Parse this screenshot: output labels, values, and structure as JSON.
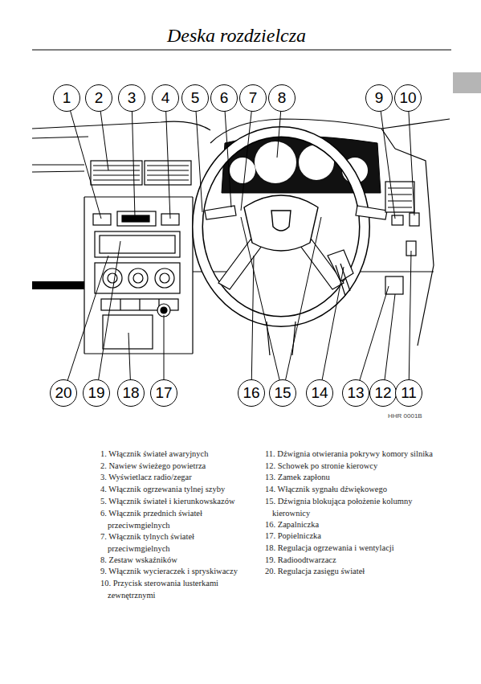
{
  "diagram": {
    "title": "Deska rozdzielcza",
    "nodes": [
      {
        "text": [
          "1"
        ]
      },
      {
        "text": [
          "2"
        ]
      },
      {
        "text": [
          "3"
        ]
      },
      {
        "text": [
          "4"
        ]
      },
      {
        "text": [
          "5"
        ]
      },
      {
        "text": [
          "6"
        ]
      },
      {
        "text": [
          "7"
        ]
      },
      {
        "text": [
          "8"
        ]
      },
      {
        "text": [
          "9"
        ]
      },
      {
        "text": [
          "10"
        ]
      },
      {
        "text": [
          "20"
        ]
      },
      {
        "text": [
          "19"
        ]
      },
      {
        "text": [
          "18"
        ]
      },
      {
        "text": [
          "17"
        ]
      },
      {
        "text": [
          "16"
        ]
      },
      {
        "text": [
          "15"
        ]
      },
      {
        "text": [
          "14"
        ]
      },
      {
        "text": [
          "13"
        ]
      },
      {
        "text": [
          "12"
        ]
      },
      {
        "text": [
          "11"
        ]
      }
    ],
    "labels": [
      "1. Włącznik świateł awaryjnych",
      "2. Nawiew świeżego powietrza",
      "3. Wyświetlacz radio/zegar",
      "4. Włącznik ogrzewania tylnej szyby",
      "5. Włącznik świateł i kierunkowskazów",
      "6. Włącznik przednich świateł przeciwmgielnych",
      "7. Włącznik tylnych świateł przeciwmgielnych",
      "8. Zestaw wskaźników",
      "9. Włącznik wycieraczek i spryskiwaczy",
      "10. Przycisk sterowania lusterkami zewnętrznymi",
      "11. Dźwignia otwierania pokrywy komory silnika",
      "12. Schowek po stronie kierowcy",
      "13. Zamek zapłonu",
      "14. Włącznik sygnału dźwiękowego",
      "15. Dźwignia blokująca położenie kolumny kierownicy",
      "16. Zapalniczka",
      "17. Popielniczka",
      "18. Regulacja ogrzewania i wentylacji",
      "19. Radioodtwarzacz",
      "20. Regulacja zasięgu świateł",
      "HHR 0001B"
    ]
  }
}
